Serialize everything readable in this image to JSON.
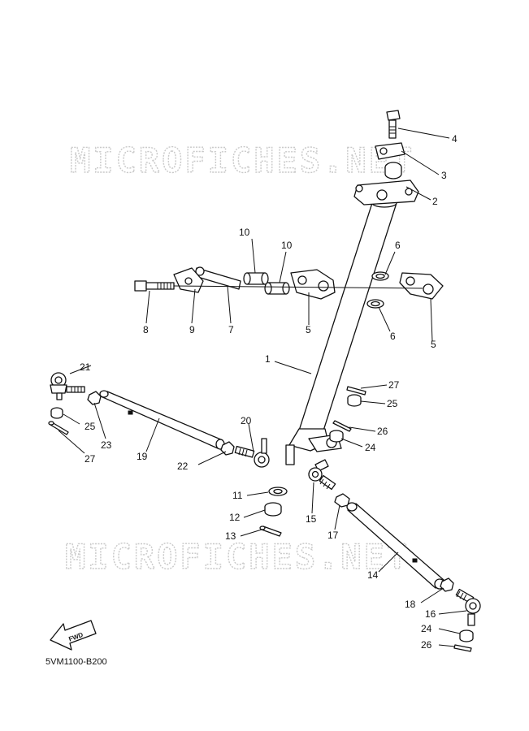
{
  "watermark": {
    "text_top": "MICROFICHES.NET",
    "text_bottom": "MICROFICHES.NET"
  },
  "diagram_code": "5VM1100-B200",
  "fwd_label": "FWD",
  "callouts": {
    "c1": "1",
    "c2": "2",
    "c3": "3",
    "c4": "4",
    "c5a": "5",
    "c5b": "5",
    "c6a": "6",
    "c6b": "6",
    "c7": "7",
    "c8": "8",
    "c9": "9",
    "c10a": "10",
    "c10b": "10",
    "c11": "11",
    "c12": "12",
    "c13": "13",
    "c14": "14",
    "c15": "15",
    "c16": "16",
    "c17": "17",
    "c18": "18",
    "c19": "19",
    "c20": "20",
    "c21": "21",
    "c22": "22",
    "c23": "23",
    "c24a": "24",
    "c24b": "24",
    "c25a": "25",
    "c25b": "25",
    "c26a": "26",
    "c26b": "26",
    "c27a": "27",
    "c27b": "27"
  }
}
